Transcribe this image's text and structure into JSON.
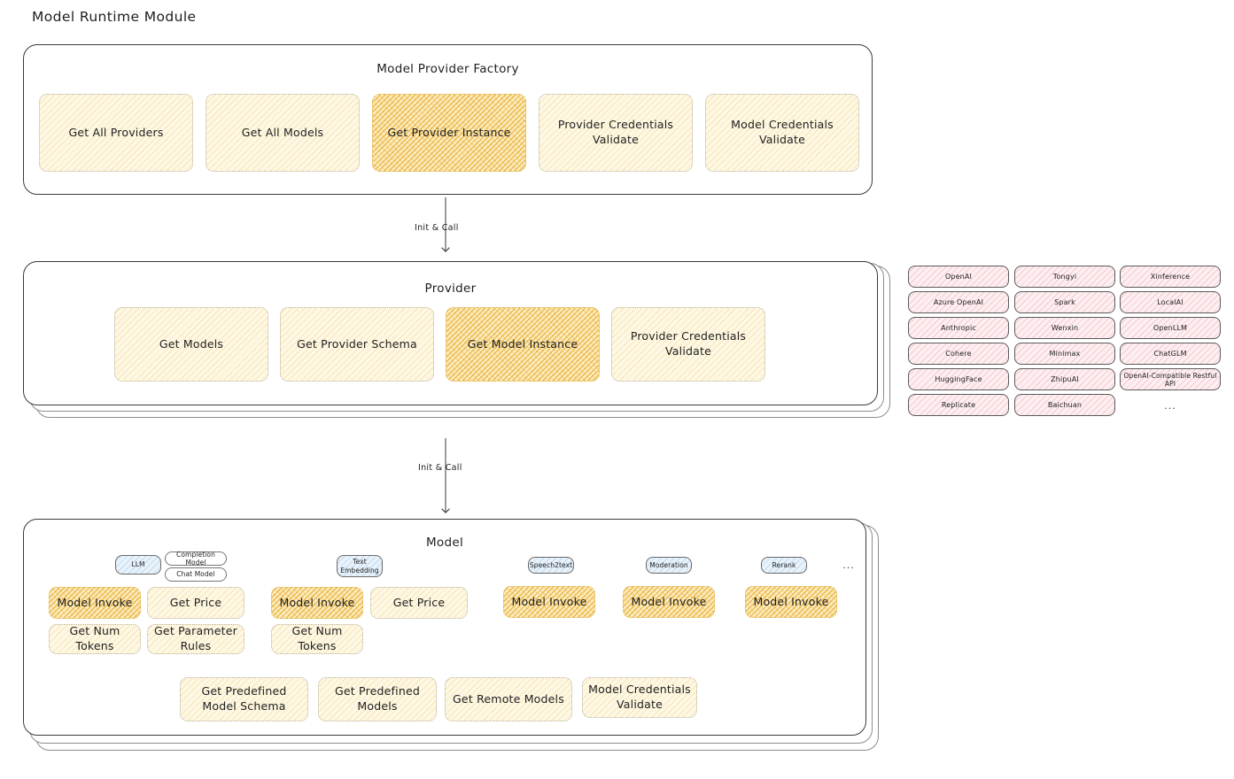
{
  "page": {
    "title": "Model Runtime Module"
  },
  "factory": {
    "title": "Model Provider Factory",
    "cards": [
      {
        "label": "Get All Providers",
        "highlight": false
      },
      {
        "label": "Get All Models",
        "highlight": false
      },
      {
        "label": "Get Provider Instance",
        "highlight": true
      },
      {
        "label": "Provider Credentials Validate",
        "highlight": false
      },
      {
        "label": "Model Credentials Validate",
        "highlight": false
      }
    ]
  },
  "arrows": [
    {
      "label": "Init & Call"
    },
    {
      "label": "Init & Call"
    }
  ],
  "provider": {
    "title": "Provider",
    "cards": [
      {
        "label": "Get Models",
        "highlight": false
      },
      {
        "label": "Get Provider Schema",
        "highlight": false
      },
      {
        "label": "Get Model Instance",
        "highlight": true
      },
      {
        "label": "Provider Credentials Validate",
        "highlight": false
      }
    ]
  },
  "provider_list": {
    "columns": [
      {
        "items": [
          "OpenAI",
          "Azure OpenAI",
          "Anthropic",
          "Cohere",
          "HuggingFace",
          "Replicate"
        ]
      },
      {
        "items": [
          "Tongyi",
          "Spark",
          "Wenxin",
          "Minimax",
          "ZhipuAI",
          "Baichuan"
        ]
      },
      {
        "items": [
          "Xinference",
          "LocalAI",
          "OpenLLM",
          "ChatGLM",
          "OpenAI-Compatible Restful API"
        ]
      }
    ],
    "more": "..."
  },
  "model": {
    "title": "Model",
    "more": "...",
    "types": [
      {
        "badge": "LLM",
        "sub_badges": [
          "Completion Model",
          "Chat Model"
        ],
        "cards": [
          {
            "label": "Model Invoke",
            "highlight": true
          },
          {
            "label": "Get Price",
            "highlight": false
          },
          {
            "label": "Get Num Tokens",
            "highlight": false
          },
          {
            "label": "Get Parameter Rules",
            "highlight": false
          }
        ]
      },
      {
        "badge": "Text Embedding",
        "sub_badges": [],
        "cards": [
          {
            "label": "Model Invoke",
            "highlight": true
          },
          {
            "label": "Get Price",
            "highlight": false
          },
          {
            "label": "Get Num Tokens",
            "highlight": false
          }
        ]
      },
      {
        "badge": "Speech2text",
        "sub_badges": [],
        "cards": [
          {
            "label": "Model Invoke",
            "highlight": true
          }
        ]
      },
      {
        "badge": "Moderation",
        "sub_badges": [],
        "cards": [
          {
            "label": "Model Invoke",
            "highlight": true
          }
        ]
      },
      {
        "badge": "Rerank",
        "sub_badges": [],
        "cards": [
          {
            "label": "Model Invoke",
            "highlight": true
          }
        ]
      }
    ],
    "common_cards": [
      {
        "label": "Get Predefined Model Schema"
      },
      {
        "label": "Get Predefined Models"
      },
      {
        "label": "Get Remote Models"
      },
      {
        "label": "Model Credentials Validate"
      }
    ]
  },
  "colors": {
    "card_fill": "#fdf8e6",
    "card_highlight_fill": "#fcedc2",
    "chip_fill": "#fdeff1",
    "badge_fill": "#e8f2fa",
    "stroke": "#1e1e1e"
  }
}
